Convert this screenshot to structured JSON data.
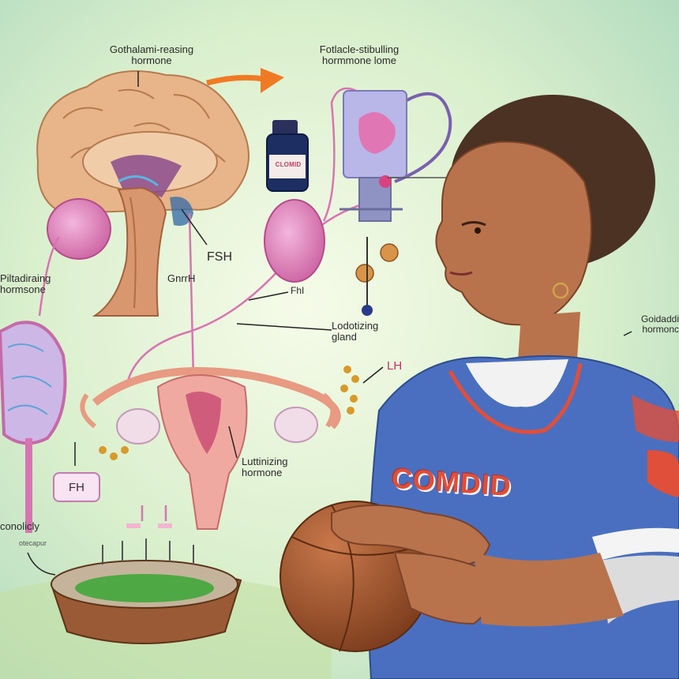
{
  "labels": {
    "hypothalamic": [
      "Gothalami-reasing",
      "hormone"
    ],
    "follicle_top": [
      "Fotlacle-stibulling",
      "hormmone lome"
    ],
    "pituitary": [
      "Piltadiraing",
      "hormsone"
    ],
    "fsh": "FSH",
    "gnrh": "GnrrH",
    "fhi": "FhI",
    "lodotizing": [
      "Lodotizing",
      "gland"
    ],
    "lh": "LH",
    "gonad": [
      "Goidaddi",
      "hormonc"
    ],
    "luteinizing": [
      "Luttinizing",
      "hormone"
    ],
    "fh_badge": "FH",
    "conulicly": "conolicly",
    "conulicly_sub": "otecapur",
    "bottle": "CLOMID",
    "jersey": "COMDID"
  },
  "colors": {
    "background": "#e9f4df",
    "brain": "#e8b489",
    "gland_pink": "#d874b2",
    "arrow_orange": "#f07a24",
    "jersey_blue": "#4a6fc0",
    "skin": "#b8734d",
    "hair": "#4b3223",
    "ball": "#a3552c"
  }
}
